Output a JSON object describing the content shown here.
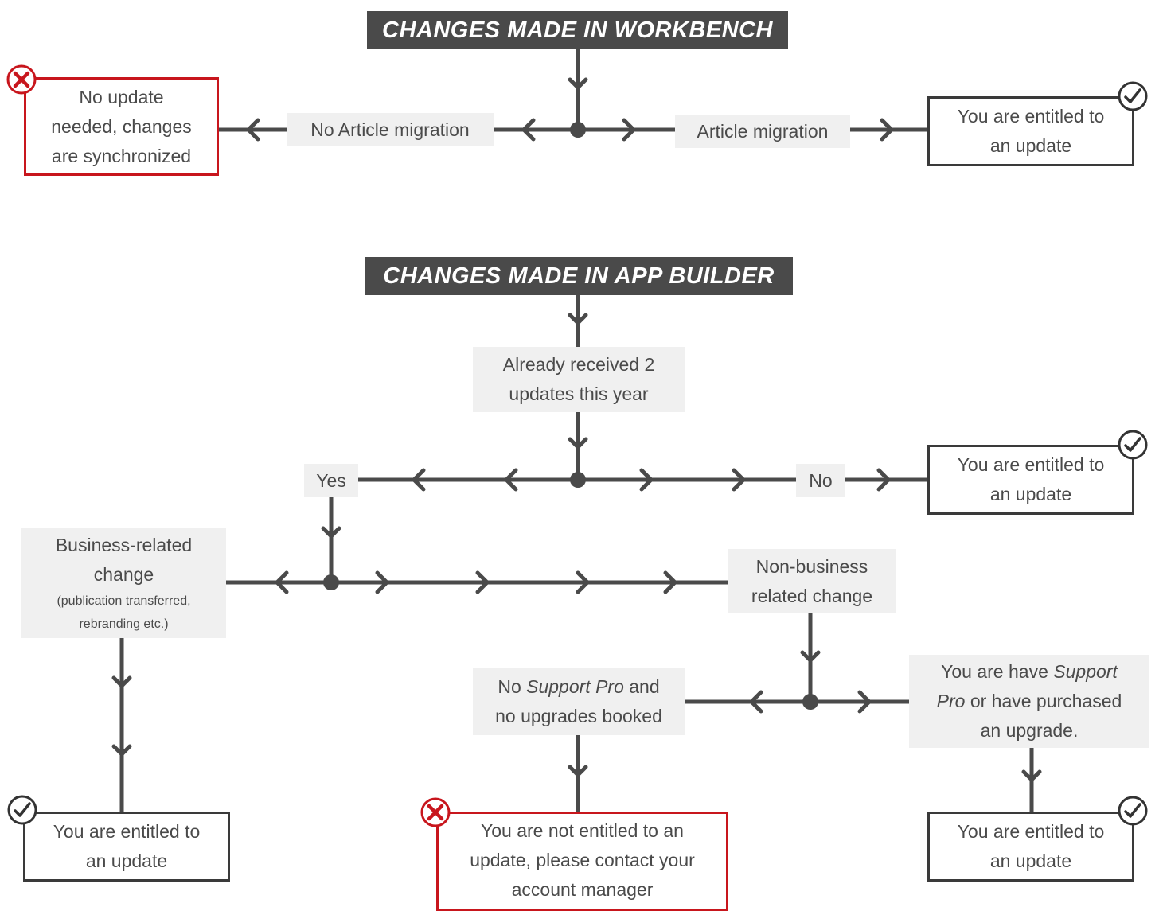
{
  "headers": {
    "workbench": "CHANGES MADE IN WORKBENCH",
    "app_builder": "CHANGES MADE IN APP BUILDER"
  },
  "workbench": {
    "no_migration_label": "No Article migration",
    "migration_label": "Article migration",
    "no_update_outcome": [
      "No update",
      "needed, changes",
      "are synchronized"
    ],
    "entitled_outcome": [
      "You are entitled to",
      "an update"
    ]
  },
  "app_builder": {
    "question": [
      "Already received 2",
      "updates this year"
    ],
    "yes_label": "Yes",
    "no_label": "No",
    "no_outcome": [
      "You are entitled to",
      "an update"
    ],
    "business_change": {
      "lines": [
        "Business-related",
        "change"
      ],
      "note": [
        "(publication transferred,",
        "rebranding etc.)"
      ]
    },
    "non_business_change": [
      "Non-business",
      "related change"
    ],
    "business_outcome": [
      "You are entitled to",
      "an update"
    ],
    "no_support": {
      "prefix": "No ",
      "emphasis": "Support Pro",
      "suffix": " and",
      "line2": "no upgrades booked"
    },
    "has_support": {
      "prefix": "You are have ",
      "emphasis1": "Support",
      "emphasis2": "Pro",
      "suffix": " or have purchased",
      "line3": "an upgrade."
    },
    "not_entitled_outcome": [
      "You are not entitled to an",
      "update, please contact your",
      "account manager"
    ],
    "support_outcome": [
      "You are entitled to",
      "an update"
    ]
  },
  "icons": {
    "check": "check-circle-icon",
    "cross": "cross-circle-icon"
  },
  "colors": {
    "header_bg": "#4a4a4a",
    "line": "#4a4a4a",
    "label_bg": "#f0f0f0",
    "ok_border": "#3a3a3a",
    "bad_border": "#c8161d",
    "bad_icon": "#c8161d"
  }
}
